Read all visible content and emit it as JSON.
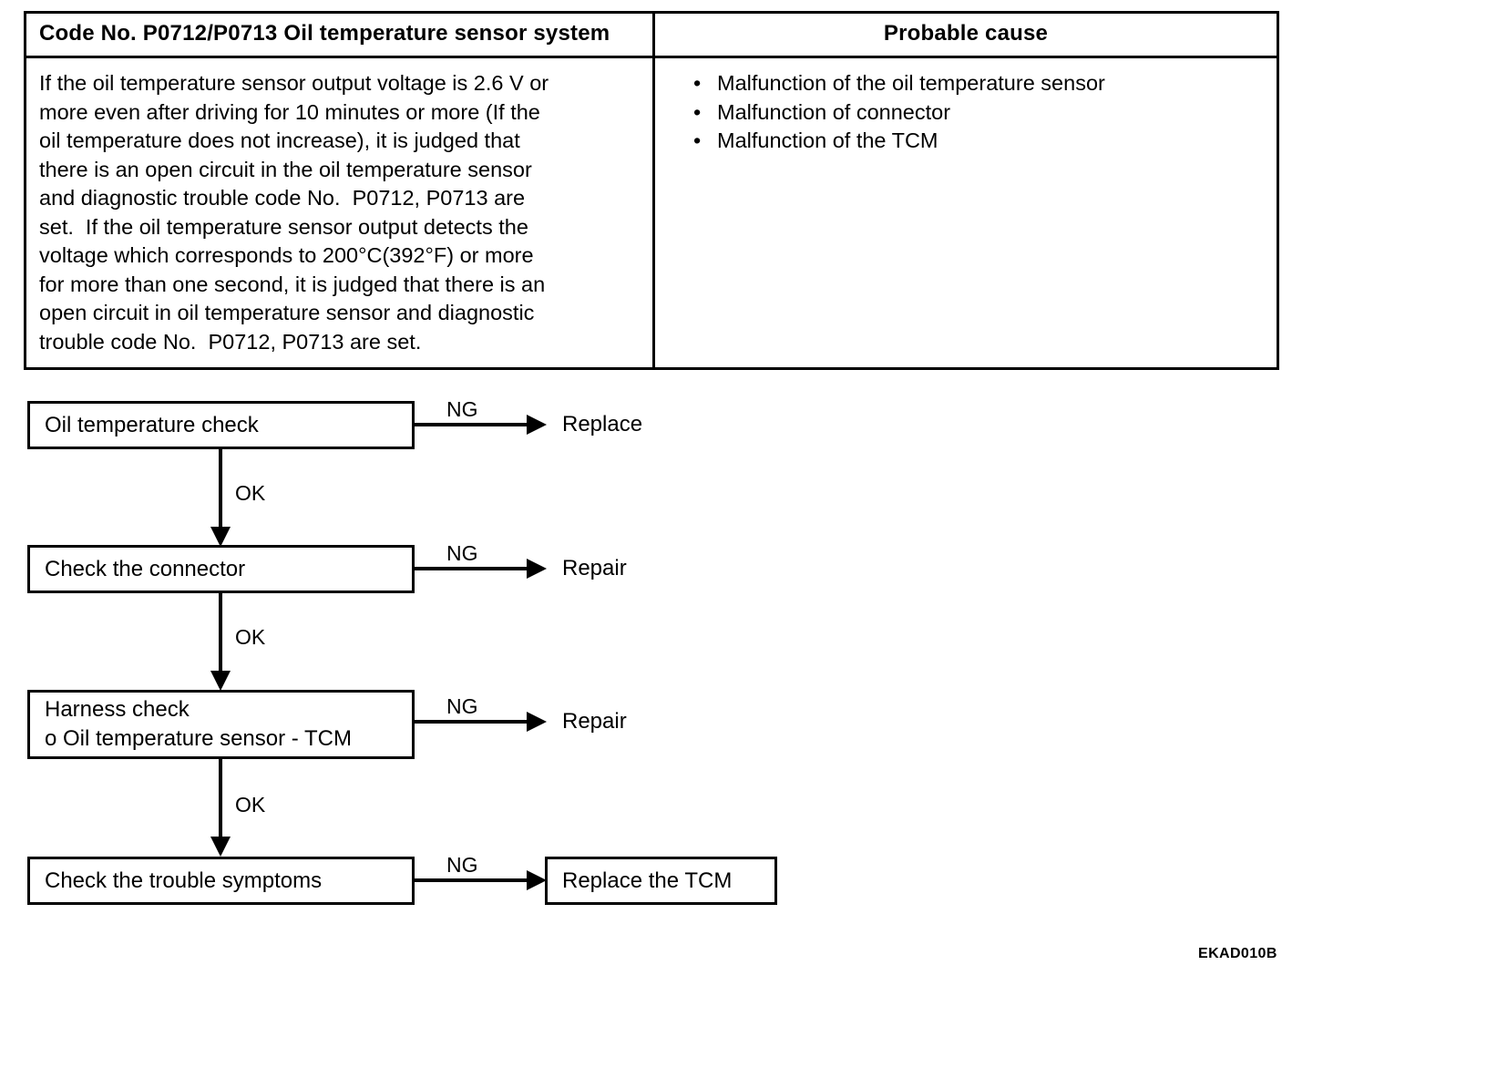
{
  "table": {
    "header_left": "Code No.  P0712/P0713 Oil temperature sensor system",
    "header_right": "Probable  cause",
    "description_lines": [
      "If the oil temperature sensor output voltage is 2.6 V or",
      "more even after driving for 10 minutes or more (If the",
      "oil temperature does not increase), it is judged that",
      "there is an open circuit in the oil temperature sensor",
      "and diagnostic trouble code No.  P0712, P0713 are",
      "set.  If the oil temperature sensor output detects the",
      "voltage which corresponds to 200°C(392°F) or more",
      "for more than one second, it is judged that there is an",
      "open circuit in oil temperature sensor and diagnostic",
      "trouble code No.  P0712, P0713 are set."
    ],
    "probable_causes": [
      "Malfunction of the oil temperature sensor",
      "Malfunction of connector",
      "Malfunction of the TCM"
    ],
    "bullet_glyph": "•"
  },
  "flowchart": {
    "steps": [
      {
        "id": "oil-temperature-check",
        "lines": [
          "Oil temperature check"
        ],
        "ng_label": "NG",
        "ng_target": "Replace",
        "ok_label": "OK"
      },
      {
        "id": "check-the-connector",
        "lines": [
          "Check the connector"
        ],
        "ng_label": "NG",
        "ng_target": "Repair",
        "ok_label": "OK"
      },
      {
        "id": "harness-check",
        "lines": [
          "Harness check",
          "o Oil temperature sensor - TCM"
        ],
        "ng_label": "NG",
        "ng_target": "Repair",
        "ok_label": "OK"
      },
      {
        "id": "check-the-trouble-symptoms",
        "lines": [
          "Check the trouble symptoms"
        ],
        "ng_label": "NG",
        "ng_target": "Replace the TCM",
        "ok_label": ""
      }
    ]
  },
  "figure_code": "EKAD010B"
}
